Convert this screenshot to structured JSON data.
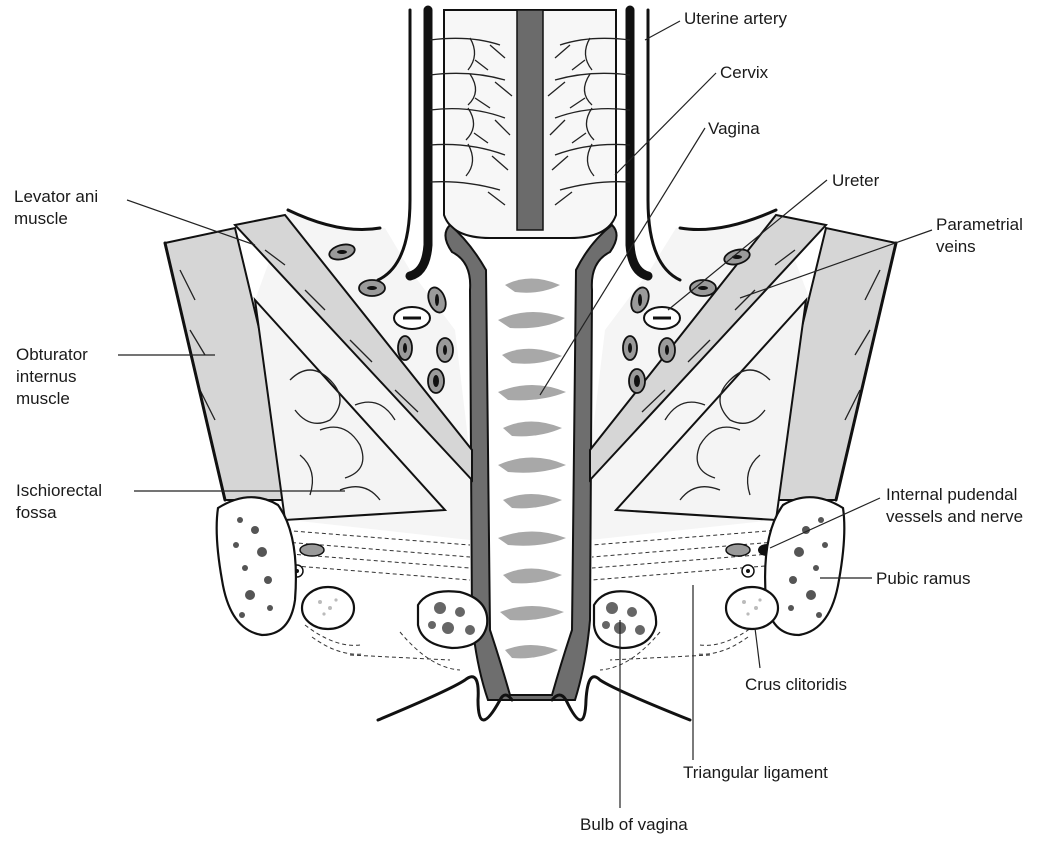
{
  "labels": {
    "uterine_artery": "Uterine artery",
    "cervix": "Cervix",
    "vagina": "Vagina",
    "ureter": "Ureter",
    "parametrial_veins": [
      "Parametrial",
      "veins"
    ],
    "levator_ani": [
      "Levator ani",
      "muscle"
    ],
    "obturator_internus": [
      "Obturator",
      "internus",
      "muscle"
    ],
    "ischiorectal_fossa": [
      "Ischiorectal",
      "fossa"
    ],
    "internal_pudendal": [
      "Internal pudendal",
      "vessels and nerve"
    ],
    "pubic_ramus": "Pubic ramus",
    "crus_clitoridis": "Crus clitoridis",
    "triangular_ligament": "Triangular ligament",
    "bulb_of_vagina": "Bulb of vagina"
  },
  "colors": {
    "outline": "#111111",
    "muscle_fill": "#d4d4d4",
    "tissue_fill": "#f3f3f3",
    "lumen_fill": "#6b6b6b",
    "lumen_fold": "#a8a8a8",
    "vessel_fill": "#9a9a9a"
  }
}
